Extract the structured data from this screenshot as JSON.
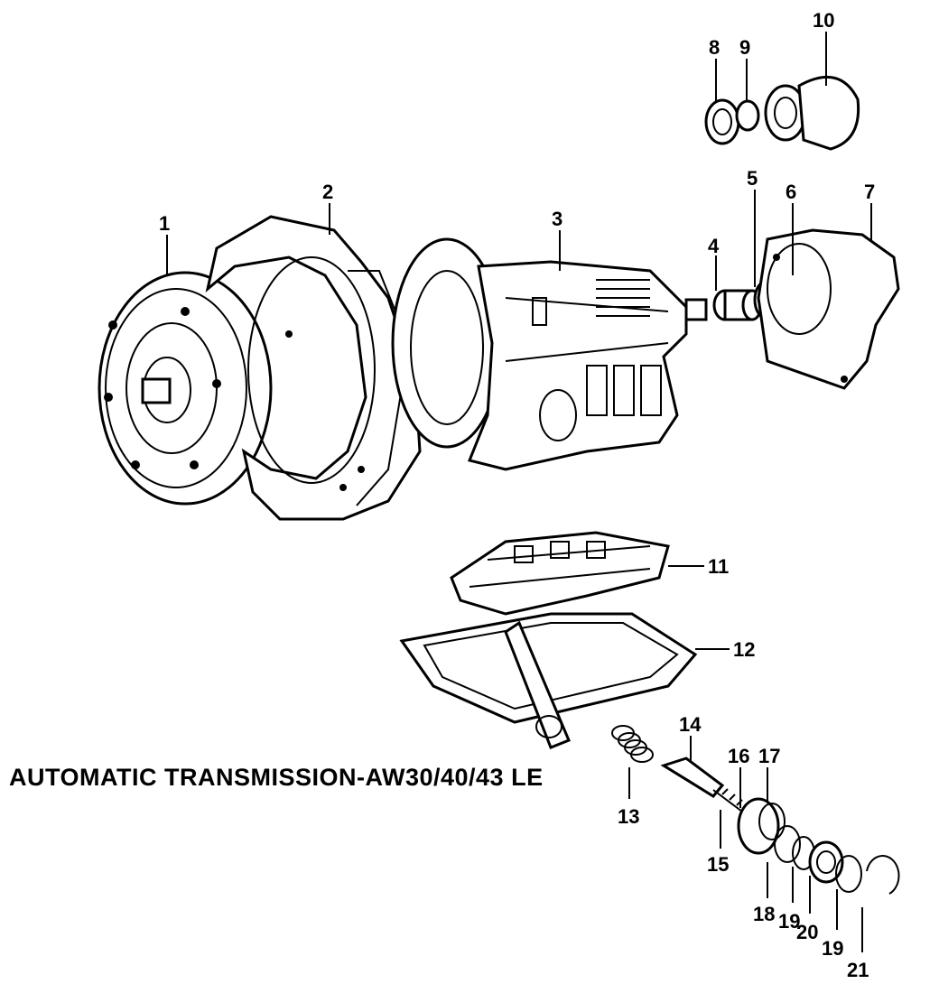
{
  "caption": "AUTOMATIC TRANSMISSION-AW30/40/43 LE",
  "callouts": [
    "1",
    "2",
    "3",
    "4",
    "5",
    "6",
    "7",
    "8",
    "9",
    "10",
    "11",
    "12",
    "13",
    "14",
    "15",
    "16",
    "17",
    "18",
    "19",
    "20",
    "19",
    "21"
  ]
}
